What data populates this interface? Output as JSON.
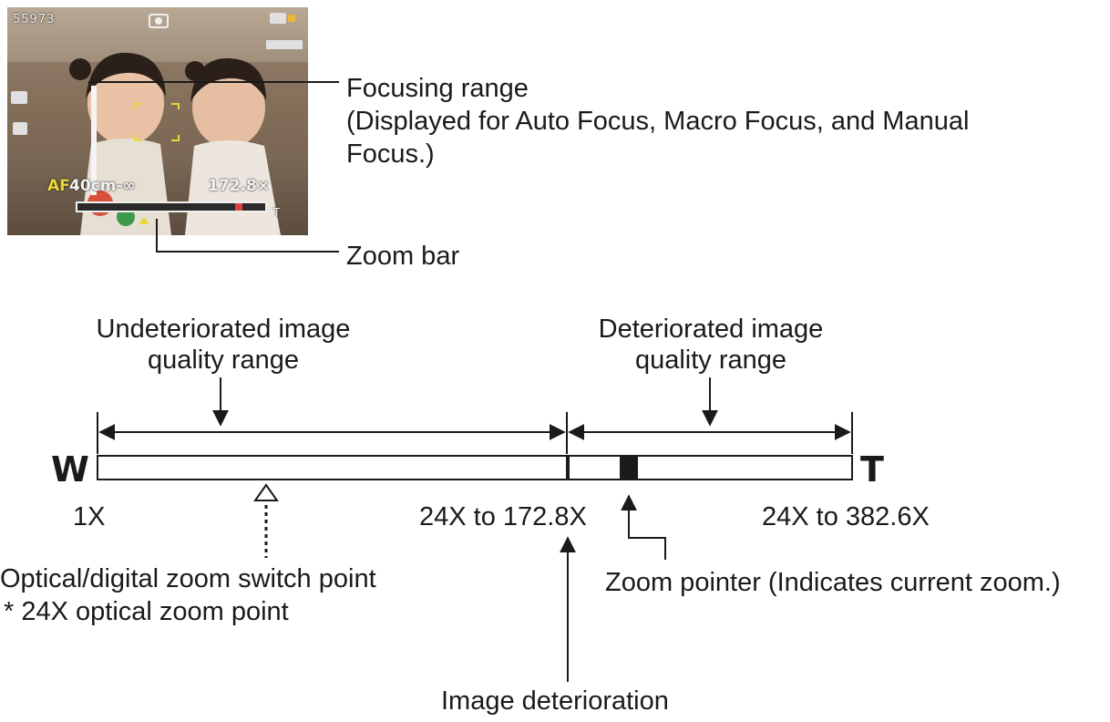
{
  "screen": {
    "shots_remaining": "55973",
    "focus_mode": "AF",
    "focus_range": "40cm-∞",
    "zoom_value": "172.8×",
    "tele_mark": "T"
  },
  "callouts": {
    "focusing_range": "Focusing range",
    "focusing_range_note_line1": "(Displayed for Auto Focus, Macro Focus, and Manual",
    "focusing_range_note_line2": "Focus.)",
    "zoom_bar": "Zoom bar"
  },
  "zoom_diagram": {
    "undeteriorated_line1": "Undeteriorated image",
    "undeteriorated_line2": "quality range",
    "deteriorated_line1": "Deteriorated image",
    "deteriorated_line2": "quality range",
    "wide_letter": "W",
    "tele_letter": "T",
    "min_zoom": "1X",
    "deterioration_zoom": "24X to 172.8X",
    "max_zoom": "24X to 382.6X",
    "switch_point_line1": "Optical/digital zoom switch point",
    "switch_point_line2": "* 24X optical zoom point",
    "zoom_pointer": "Zoom pointer (Indicates current zoom.)",
    "image_deterioration": "Image deterioration"
  }
}
